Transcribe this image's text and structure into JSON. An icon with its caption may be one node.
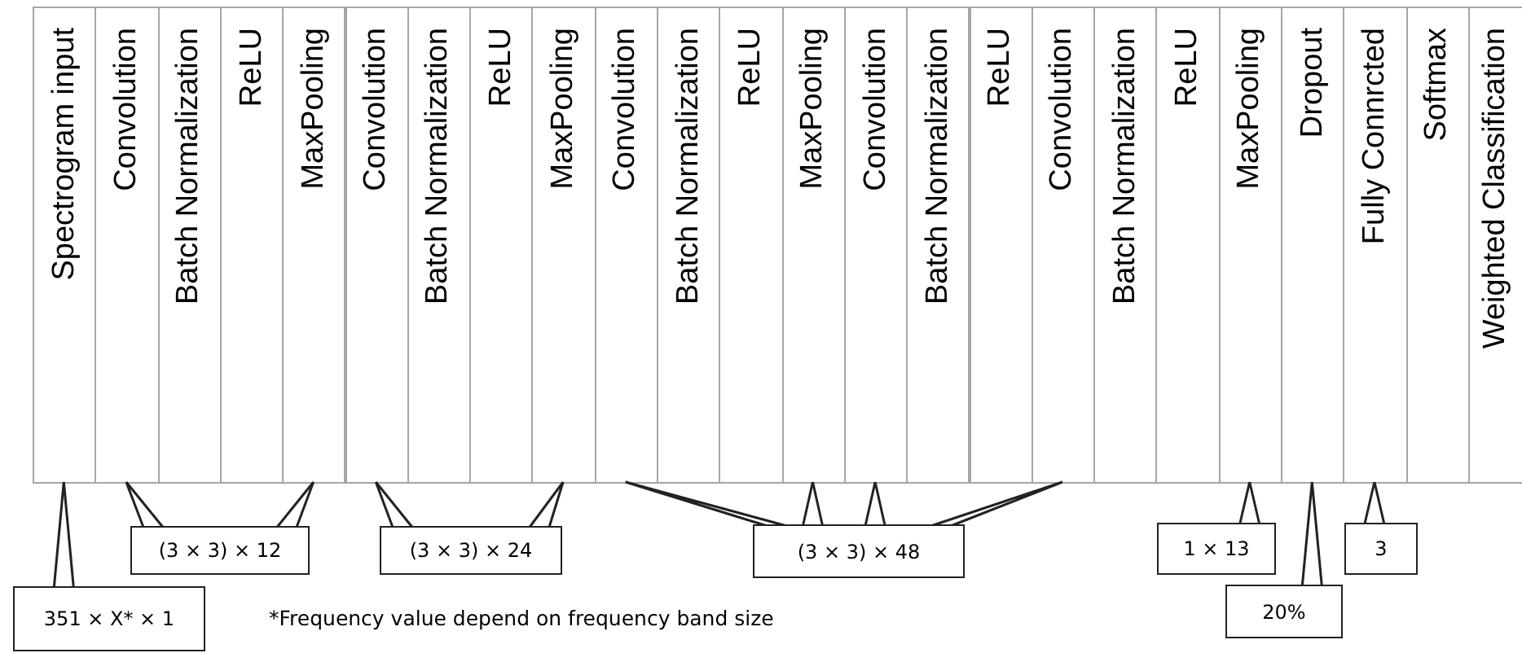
{
  "diagram": {
    "nodes": [
      {
        "text": [
          "Spectrogram input"
        ]
      },
      {
        "text": [
          "Convolution"
        ]
      },
      {
        "text": [
          "Batch Normalization"
        ]
      },
      {
        "text": [
          "ReLU"
        ]
      },
      {
        "text": [
          "MaxPooling"
        ]
      },
      {
        "text": [
          "Convolution"
        ]
      },
      {
        "text": [
          "Batch Normalization"
        ]
      },
      {
        "text": [
          "ReLU"
        ]
      },
      {
        "text": [
          "MaxPooling"
        ]
      },
      {
        "text": [
          "Convolution"
        ]
      },
      {
        "text": [
          "Batch Normalization"
        ]
      },
      {
        "text": [
          "ReLU"
        ]
      },
      {
        "text": [
          "MaxPooling"
        ]
      },
      {
        "text": [
          "Convolution"
        ]
      },
      {
        "text": [
          "Batch Normalization"
        ]
      },
      {
        "text": [
          "ReLU"
        ]
      },
      {
        "text": [
          "Convolution"
        ]
      },
      {
        "text": [
          "Batch Normalization"
        ]
      },
      {
        "text": [
          "ReLU"
        ]
      },
      {
        "text": [
          "MaxPooling"
        ]
      },
      {
        "text": [
          "Dropout"
        ]
      },
      {
        "text": [
          "Fully Connrcted"
        ]
      },
      {
        "text": [
          "Softmax"
        ]
      },
      {
        "text": [
          "Weighted Classification"
        ]
      },
      {
        "text": [
          "351 × X* × 1"
        ]
      },
      {
        "text": [
          "(3 × 3) × 12"
        ]
      },
      {
        "text": [
          "(3 × 3) × 24"
        ]
      },
      {
        "text": [
          "(3 × 3) × 48"
        ]
      },
      {
        "text": [
          "1 × 13"
        ]
      },
      {
        "text": [
          "20%"
        ]
      },
      {
        "text": [
          "3"
        ]
      }
    ],
    "edges": [
      {
        "from": 24,
        "to": 0,
        "arrow": "none"
      },
      {
        "from": 25,
        "to": 1,
        "arrow": "none"
      },
      {
        "from": 25,
        "to": 4,
        "arrow": "none"
      },
      {
        "from": 26,
        "to": 5,
        "arrow": "none"
      },
      {
        "from": 26,
        "to": 8,
        "arrow": "none"
      },
      {
        "from": 27,
        "to": 9,
        "arrow": "none"
      },
      {
        "from": 27,
        "to": 12,
        "arrow": "none"
      },
      {
        "from": 27,
        "to": 13,
        "arrow": "none"
      },
      {
        "from": 27,
        "to": 16,
        "arrow": "none"
      },
      {
        "from": 28,
        "to": 19,
        "arrow": "none"
      },
      {
        "from": 29,
        "to": 20,
        "arrow": "none"
      },
      {
        "from": 30,
        "to": 21,
        "arrow": "none"
      }
    ],
    "labels": [
      "*Frequency value depend on frequency band size"
    ]
  }
}
